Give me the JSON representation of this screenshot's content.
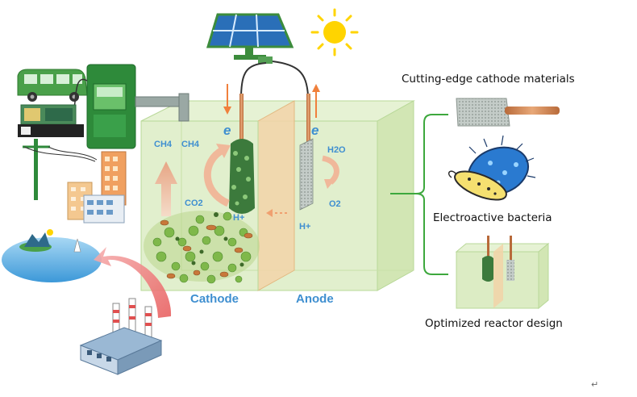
{
  "labels": {
    "e_cathode": "e",
    "e_anode": "e",
    "ch4_a": "CH4",
    "ch4_b": "CH4",
    "co2": "CO2",
    "h_plus_cathode": "H+",
    "h_plus_anode": "H+",
    "h2o": "H2O",
    "o2": "O2",
    "cathode": "Cathode",
    "anode": "Anode"
  },
  "captions": {
    "cathode_materials": "Cutting-edge cathode materials",
    "bacteria": "Electroactive bacteria",
    "reactor": "Optimized reactor design"
  },
  "mark": "↵",
  "colors": {
    "tank": "#dcecc4",
    "tank_edge": "#b8d898",
    "membrane": "#f2d4a8",
    "label_blue": "#3f8fd0",
    "arrow_orange": "#f0803c",
    "bracket_green": "#3da83d"
  }
}
